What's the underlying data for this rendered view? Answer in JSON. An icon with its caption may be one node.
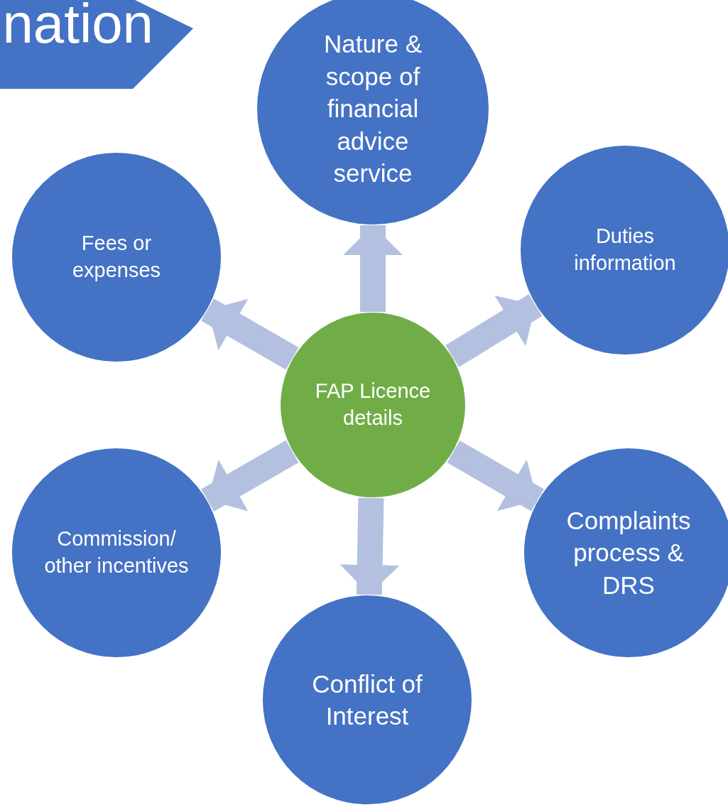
{
  "diagram": {
    "title": "nation",
    "nodes": [
      {
        "text": [
          "FAP Licence details"
        ]
      },
      {
        "text": [
          "Nature & scope of financial advice service"
        ]
      },
      {
        "text": [
          "Duties information"
        ]
      },
      {
        "text": [
          "Complaints process & DRS"
        ]
      },
      {
        "text": [
          "Conflict of Interest"
        ]
      },
      {
        "text": [
          "Commission/ other incentives"
        ]
      },
      {
        "text": [
          "Fees or expenses"
        ]
      }
    ],
    "edges": [
      {
        "from": 0,
        "to": 1,
        "arrow": "to"
      },
      {
        "from": 0,
        "to": 2,
        "arrow": "to"
      },
      {
        "from": 0,
        "to": 3,
        "arrow": "to"
      },
      {
        "from": 0,
        "to": 4,
        "arrow": "to"
      },
      {
        "from": 0,
        "to": 5,
        "arrow": "to"
      },
      {
        "from": 0,
        "to": 6,
        "arrow": "to"
      }
    ]
  }
}
